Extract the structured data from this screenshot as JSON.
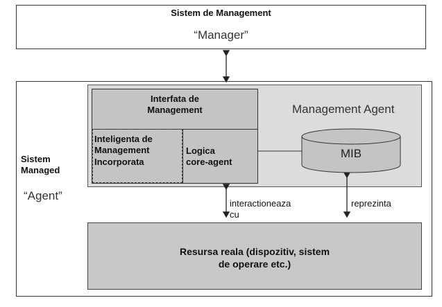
{
  "manager_box": {
    "title": "Sistem de Management",
    "subtitle": "“Manager”"
  },
  "managed_system": {
    "title": "Sistem\nManaged",
    "subtitle": "“Agent”"
  },
  "management_agent": {
    "label": "Management Agent",
    "interface": "Interfata de\nManagement",
    "intelligence": "Inteligenta de\nManagement\nIncorporata",
    "core_logic": "Logica\ncore-agent",
    "mib": "MIB"
  },
  "resource": {
    "label": "Resursa reala (dispozitiv, sistem\nde operare etc.)"
  },
  "arrows": {
    "interacts_label": "interactioneaza\ncu",
    "represents_label": "reprezinta"
  },
  "colors": {
    "agent_bg": "#dcdcdc",
    "inner_bg": "#c4c4c4",
    "resource_bg": "#c8c8c8",
    "border": "#333333"
  }
}
